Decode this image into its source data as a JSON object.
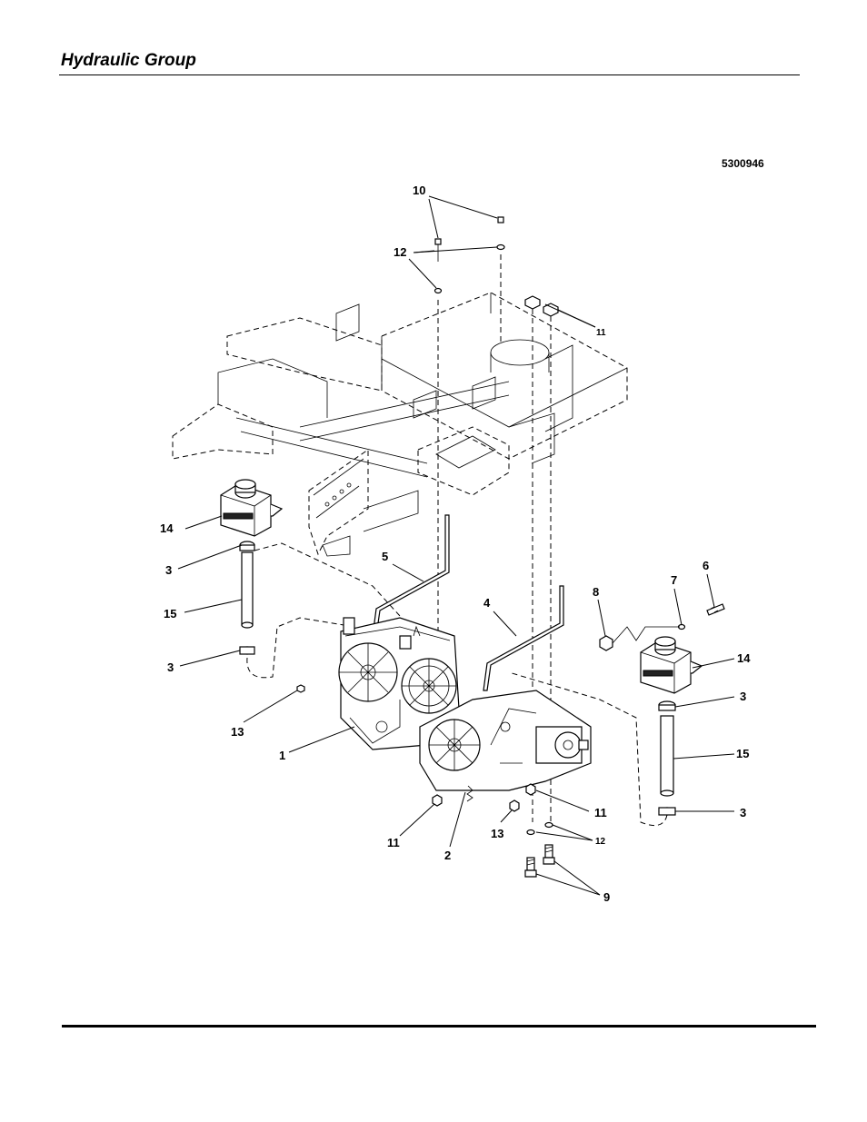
{
  "header": {
    "title": "Hydraulic Group"
  },
  "figure": {
    "number": "5300946"
  },
  "callouts": [
    {
      "id": "c10a",
      "label": "10"
    },
    {
      "id": "c12a",
      "label": "12"
    },
    {
      "id": "c11a",
      "label": "11"
    },
    {
      "id": "c14a",
      "label": "14"
    },
    {
      "id": "c3a",
      "label": "3"
    },
    {
      "id": "c15a",
      "label": "15"
    },
    {
      "id": "c3b",
      "label": "3"
    },
    {
      "id": "c5",
      "label": "5"
    },
    {
      "id": "c4",
      "label": "4"
    },
    {
      "id": "c8",
      "label": "8"
    },
    {
      "id": "c7",
      "label": "7"
    },
    {
      "id": "c6",
      "label": "6"
    },
    {
      "id": "c14b",
      "label": "14"
    },
    {
      "id": "c3c",
      "label": "3"
    },
    {
      "id": "c15b",
      "label": "15"
    },
    {
      "id": "c3d",
      "label": "3"
    },
    {
      "id": "c13a",
      "label": "13"
    },
    {
      "id": "c1",
      "label": "1"
    },
    {
      "id": "c11b",
      "label": "11"
    },
    {
      "id": "c2",
      "label": "2"
    },
    {
      "id": "c13b",
      "label": "13"
    },
    {
      "id": "c11c",
      "label": "11"
    },
    {
      "id": "c12b",
      "label": "12"
    },
    {
      "id": "c9",
      "label": "9"
    }
  ]
}
